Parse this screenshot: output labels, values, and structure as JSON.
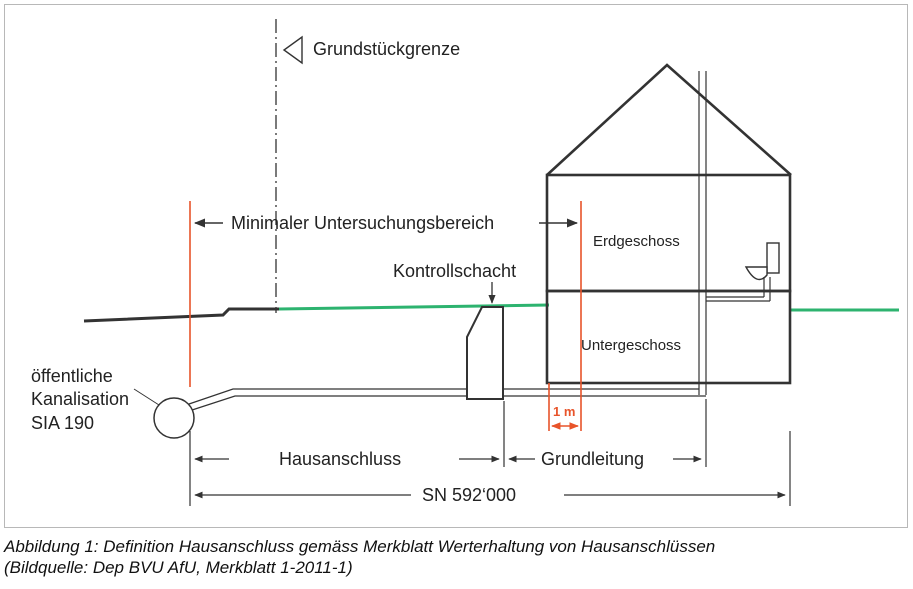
{
  "diagram": {
    "labels": {
      "property_boundary": "Grundstückgrenze",
      "min_investigation_area": "Minimaler Untersuchungsbereich",
      "control_shaft": "Kontrollschacht",
      "ground_floor": "Erdgeschoss",
      "basement": "Untergeschoss",
      "sewer_line1": "öffentliche",
      "sewer_line2": "Kanalisation",
      "sewer_line3": "SIA 190",
      "distance_1m": "1 m",
      "house_connection": "Hausanschluss",
      "base_pipe": "Grundleitung",
      "norm": "SN 592‘000"
    },
    "colors": {
      "ground_line": "#2db36f",
      "marker_line": "#e8542a",
      "structure": "#333333"
    }
  },
  "caption": {
    "line1": "Abbildung 1: Definition Hausanschluss gemäss Merkblatt Werterhaltung von Hausanschlüssen",
    "line2": "(Bildquelle: Dep BVU AfU, Merkblatt 1-2011-1)"
  }
}
